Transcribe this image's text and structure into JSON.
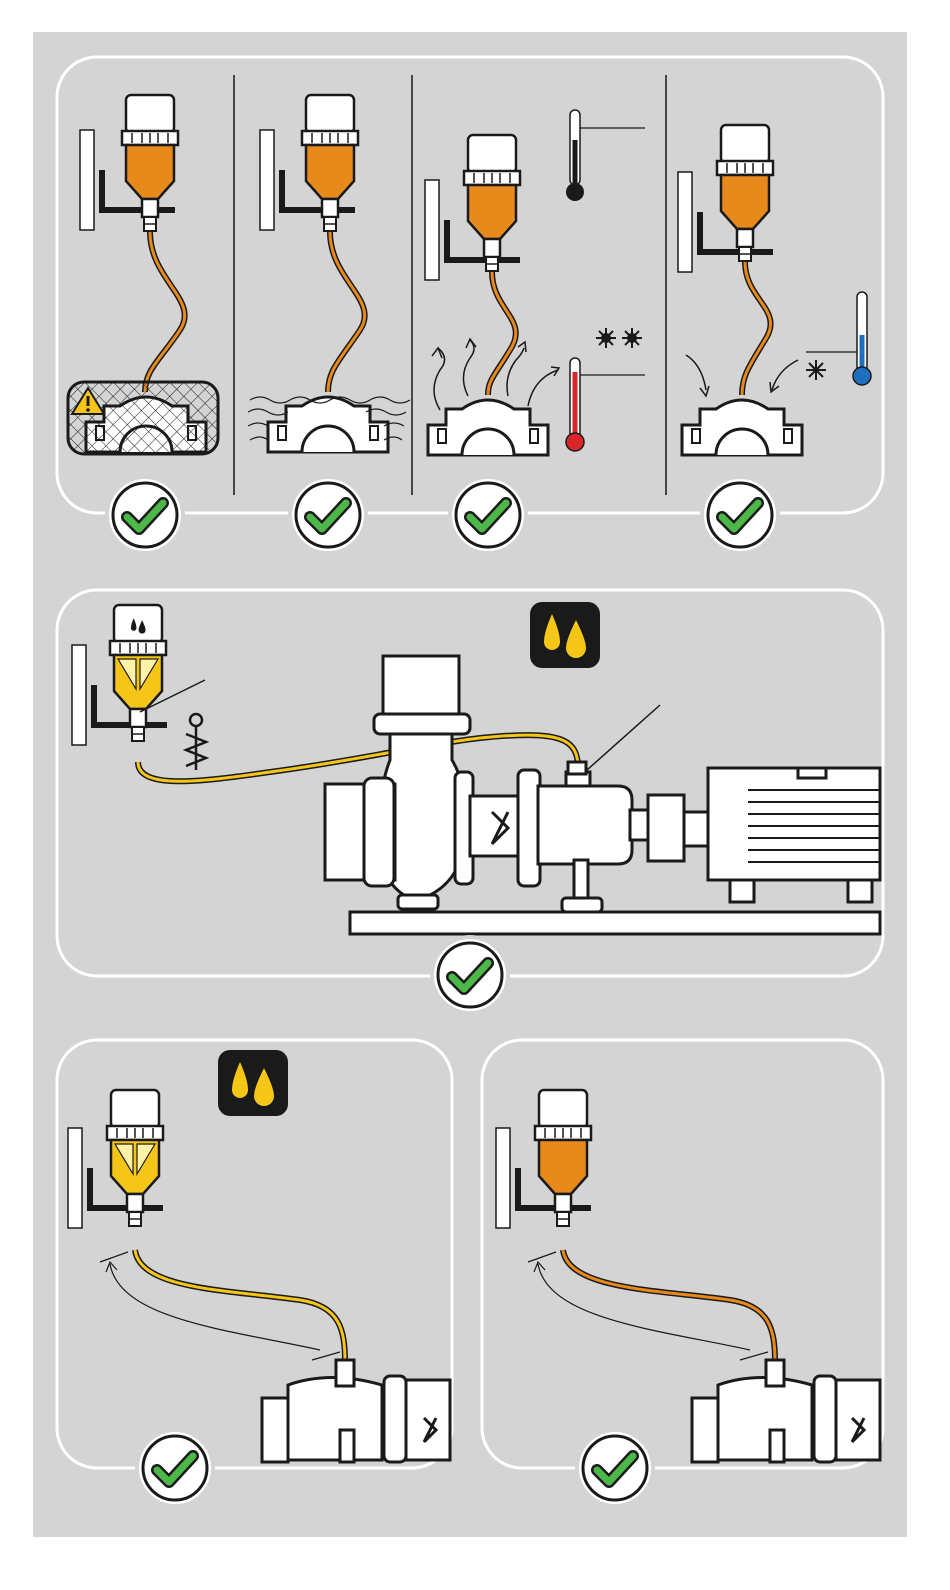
{
  "colors": {
    "background": "#d4d4d4",
    "panel": "#d4d4d4",
    "panel_border": "#ffffff",
    "lubricant_orange": "#e8891c",
    "lubricant_yellow": "#f5c518",
    "check_green": "#4cb847",
    "warning_yellow": "#f5c518",
    "hot_red": "#d9262b",
    "cold_blue": "#1f6fbf",
    "outline": "#1a1a1a",
    "badge_dark": "#1a1a1a"
  },
  "icons": {
    "check": "check-icon",
    "warning": "warning-triangle-icon",
    "thermometer_hot": "thermometer-hot-icon",
    "thermometer_cold": "thermometer-cold-icon",
    "thermometer_neutral": "thermometer-icon",
    "snowflake": "snowflake-icon",
    "sun": "sun-icon",
    "oil_drops": "oil-drops-icon",
    "spring": "spring-icon"
  },
  "panels": {
    "top": [
      "protective-guard",
      "dirty-environment",
      "high-temperature",
      "low-temperature"
    ],
    "middle": "pump-remote-mounting",
    "bottom": [
      "remote-mount-oil",
      "remote-mount-grease"
    ]
  }
}
